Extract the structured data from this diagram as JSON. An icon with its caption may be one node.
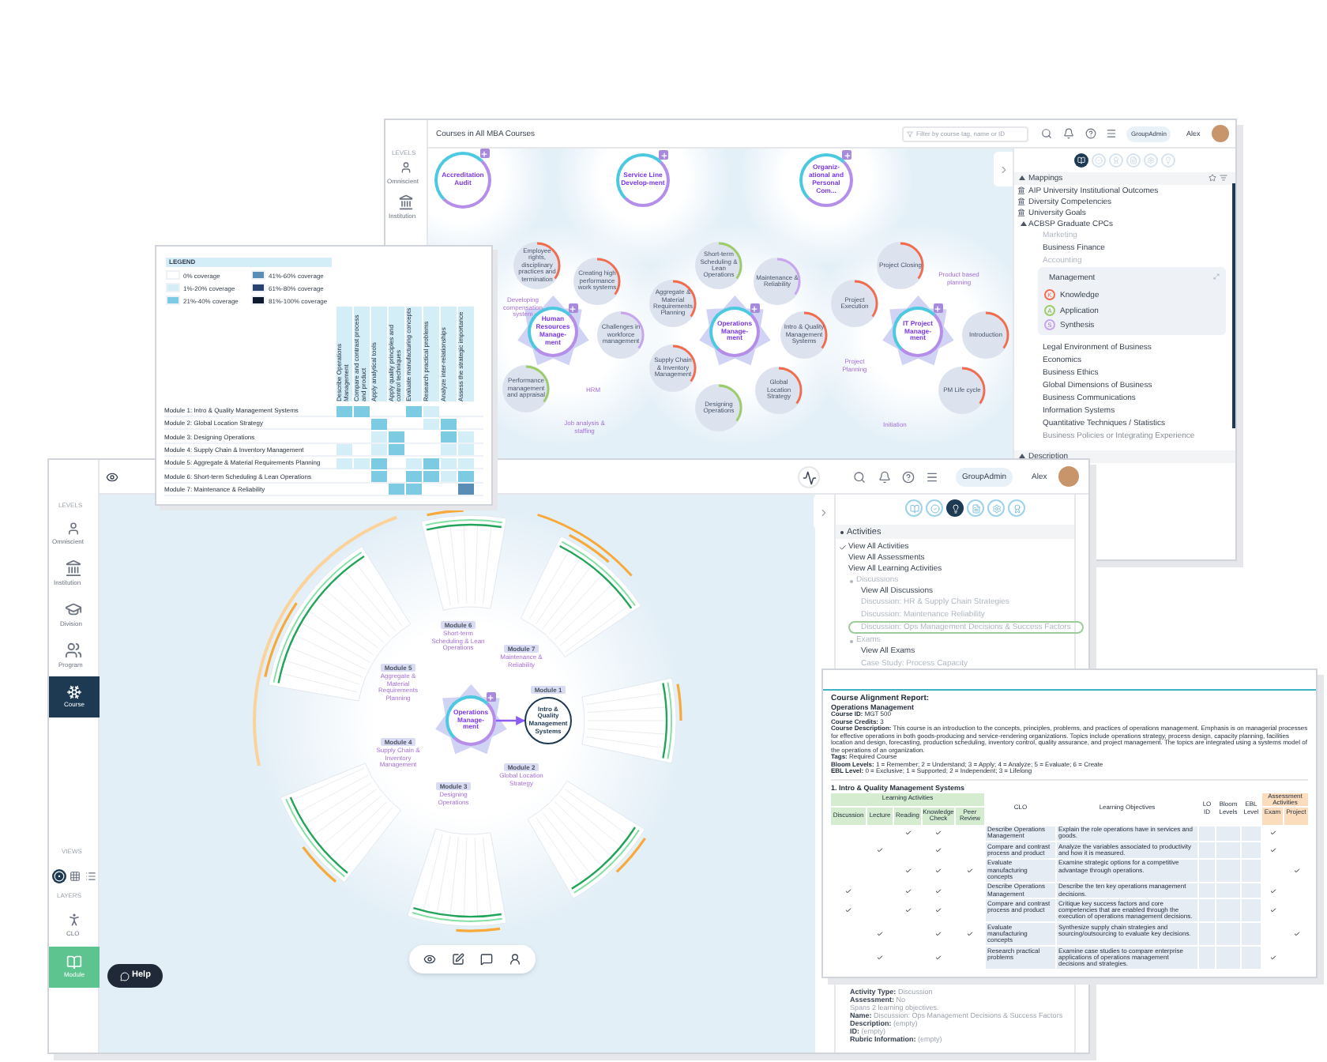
{
  "diagram": {
    "nodes": [
      {
        "text": [
          "Accreditation Audit"
        ]
      },
      {
        "text": [
          "Service Line Develop-ment"
        ]
      },
      {
        "text": [
          "Organiz-ational and Personal Com..."
        ]
      },
      {
        "text": [
          "Human Resources Manage-ment"
        ]
      },
      {
        "text": [
          "Employee rights, disciplinary practices and termination"
        ]
      },
      {
        "text": [
          "Creating high performance work systems"
        ]
      },
      {
        "text": [
          "Challenges in workforce management"
        ]
      },
      {
        "text": [
          "Performance management and appraisal"
        ]
      },
      {
        "text": [
          "Operations Manage-ment"
        ]
      },
      {
        "text": [
          "Short-term Scheduling & Lean Operations"
        ]
      },
      {
        "text": [
          "Maintenance & Reliability"
        ]
      },
      {
        "text": [
          "Aggregate & Material Requirements Planning"
        ]
      },
      {
        "text": [
          "Intro & Quality Management Systems"
        ]
      },
      {
        "text": [
          "Supply Chain & Inventory Management"
        ]
      },
      {
        "text": [
          "Global Location Strategy"
        ]
      },
      {
        "text": [
          "Designing Operations"
        ]
      },
      {
        "text": [
          "IT Project Manage-ment"
        ]
      },
      {
        "text": [
          "Project Closing"
        ]
      },
      {
        "text": [
          "Project Execution"
        ]
      },
      {
        "text": [
          "Introduction"
        ]
      },
      {
        "text": [
          "PM Life cycle"
        ]
      },
      {
        "text": [
          "Operations Manage-ment"
        ]
      },
      {
        "text": [
          "Intro & Quality Management Systems"
        ]
      }
    ],
    "edges": [
      {
        "from": 21,
        "to": 22,
        "arrow": "to"
      }
    ],
    "labels": [
      "Courses in All MBA Courses",
      "Filter by course tag, name or ID",
      "GroupAdmin",
      "Alex",
      "LEVELS",
      "Omniscient",
      "Institution",
      "Developing compensation system",
      "Job analysis & staffing",
      "HRM",
      "Product based planning",
      "Project Planning",
      "Initiation",
      "Mappings",
      "AIP University Institutional Outcomes",
      "Diversity Competencies",
      "University Goals",
      "ACBSP Graduate CPCs",
      "Marketing",
      "Business Finance",
      "Accounting",
      "Management",
      "K",
      "Knowledge",
      "A",
      "Application",
      "S",
      "Synthesis",
      "Legal Environment of Business",
      "Economics",
      "Business Ethics",
      "Global Dimensions of Business",
      "Business Communications",
      "Information Systems",
      "Quantitative Techniques / Statistics",
      "Business Policies or Integrating Experience",
      "Description",
      "LEGEND",
      "Describe Operations Management",
      "Compare and contrast process and product",
      "Apply analytical tools",
      "Apply quality principles and control techniques",
      "Evaluate manufacturing concepts",
      "Research practical problems",
      "Analyze inter-relationships",
      "Assess the strategic importance",
      "Module 1: Intro & Quality Management Systems",
      "Module 2: Global Location Strategy",
      "Module 3: Designing Operations",
      "Module 4: Supply Chain & Inventory Management",
      "Module 5: Aggregate & Material Requirements Planning",
      "Module 6: Short-term Scheduling & Lean Operations",
      "Module 7: Maintenance & Reliability",
      "GroupAdmin",
      "Alex",
      "LEVELS",
      "Omniscient",
      "Institution",
      "Division",
      "Program",
      "Course",
      "VIEWS",
      "LAYERS",
      "CLO",
      "Module",
      "Help",
      "Module 6",
      "Short-term Scheduling & Lean Operations",
      "Module 7",
      "Maintenance & Reliability",
      "Module 5",
      "Aggregate & Material Requirements Planning",
      "Module 1",
      "Module 4",
      "Supply Chain & Inventory Management",
      "Module 3",
      "Designing Operations",
      "Module 2",
      "Global Location Strategy",
      "Activities",
      "View All Activities",
      "View All Assessments",
      "View All Learning Activities",
      "Discussions",
      "View All Discussions",
      "Discussion: HR & Supply Chain Strategies",
      "Discussion: Maintenance Reliability",
      "Discussion: Ops Management Decisions & Success Factors",
      "Exams",
      "View All Exams",
      "Case Study: Process Capacity",
      "Course Alignment Report:",
      "Operations Management",
      "**Course ID:** MGT 500",
      "**Course Credits:** 3",
      "**Course Description:** This course is an introduction to the concepts, principles, problems, and practices of operations management. Emphasis is on managerial processes for effective operations in both goods-producing and service-rendering organizations. Topics include operations strategy, process design, capacity planning, facilities location and design, forecasting, production scheduling, inventory control, quality assurance, and project management. The topics are integrated using a systems model of the operations of an organization.",
      "**Tags:** Required Course",
      "**Bloom Levels:** 1 = Remember; 2 = Understand; 3 = Apply; 4 = Analyze; 5 = Evaluate; 6 = Create",
      "**EBL Level:** 0 = Exclusive; 1 = Supported; 2 = Independent; 3 = Lifelong",
      "1. Intro & Quality Management Systems",
      "Learning Activities",
      "Assessment Activities",
      "Discussion",
      "Lecture",
      "Reading",
      "Knowledge Check",
      "Peer Review",
      "CLO",
      "Learning Objectives",
      "LO ID",
      "Bloom Levels",
      "EBL Level",
      "Exam",
      "Project",
      "Describe Operations Management",
      "Explain the role operations have in services and goods.",
      "Compare and contrast process and product",
      "Analyze the variables associated to productivity and how it is measured.",
      "Evaluate manufacturing concepts",
      "Examine strategic options for a competitive advantage through operations.",
      "Describe Operations Management",
      "Describe the ten key operations management decisions.",
      "Compare and contrast process and product",
      "Critique key success factors and core competencies that are enabled through the execution of operations management decisions.",
      "Evaluate manufacturing concepts",
      "Synthesize supply chain strategies and sourcing/outsourcing to evaluate key decisions.",
      "Research practical problems",
      "Examine case studies to compare enterprise applications of operations management decisions and strategies.",
      "**Activity Type:** Discussion",
      "**Assessment:** No",
      "Spans 2 learning objectives.",
      "**Name:** Discussion: Ops Management Decisions & Success Factors",
      "**Description:** (empty)",
      "**ID:** (empty)",
      "**Rubric Information:** (empty)"
    ],
    "legend": [
      {
        "text": "0% coverage",
        "color": "#ffffff"
      },
      {
        "text": "1%-20% coverage",
        "color": "#d4eef8"
      },
      {
        "text": "21%-40% coverage",
        "color": "#7ccbe2"
      },
      {
        "text": "41%-60% coverage",
        "color": "#5a8db5"
      },
      {
        "text": "61%-80% coverage",
        "color": "#27436e"
      },
      {
        "text": "81%-100% coverage",
        "color": "#0d1b2e"
      }
    ]
  }
}
